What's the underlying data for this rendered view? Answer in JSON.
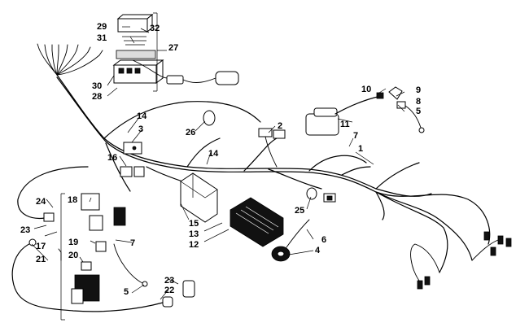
{
  "callouts": {
    "c1": "1",
    "c2": "2",
    "c3": "3",
    "c4": "4",
    "c5a": "5",
    "c5b": "5",
    "c6": "6",
    "c7a": "7",
    "c7b": "7",
    "c8": "8",
    "c9": "9",
    "c10": "10",
    "c11": "11",
    "c12": "12",
    "c13": "13",
    "c14a": "14",
    "c14b": "14",
    "c15": "15",
    "c16": "16",
    "c17": "17",
    "c18": "18",
    "c19": "19",
    "c20": "20",
    "c21": "21",
    "c22": "22",
    "c23a": "23",
    "c23b": "23",
    "c24": "24",
    "c25": "25",
    "c26": "26",
    "c27": "27",
    "c28": "28",
    "c29": "29",
    "c30": "30",
    "c31": "31",
    "c32": "32"
  }
}
